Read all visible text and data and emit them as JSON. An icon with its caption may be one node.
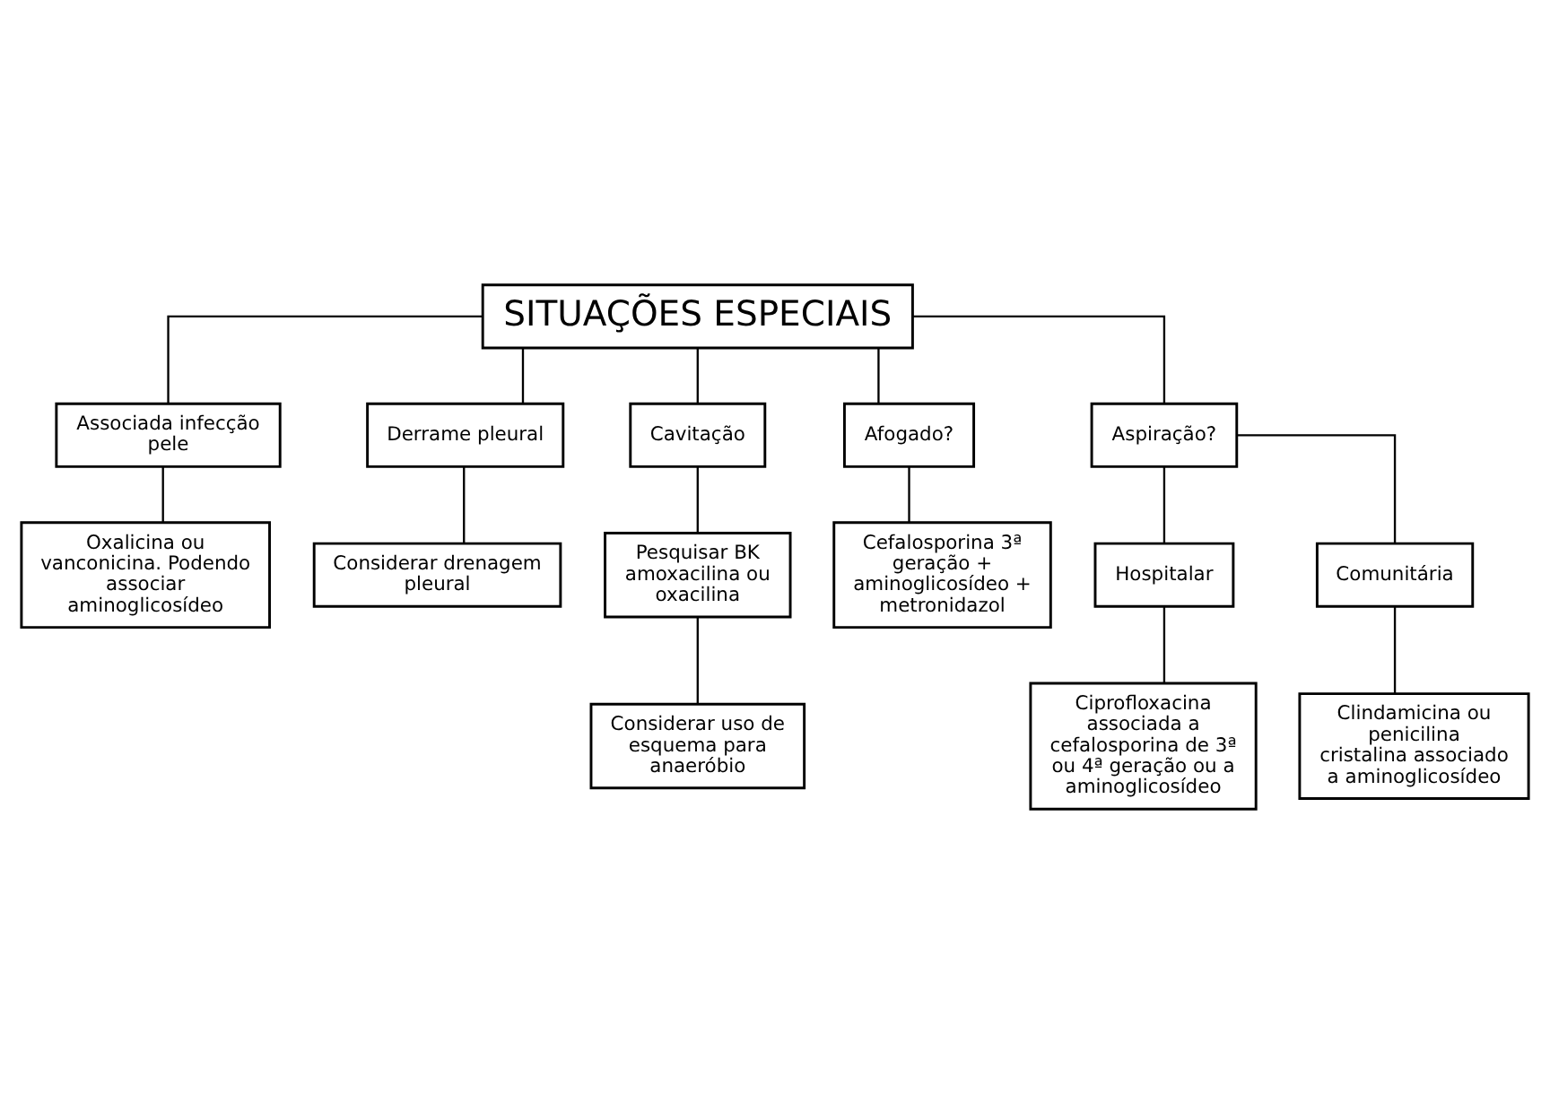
{
  "diagram": {
    "nodes": [
      {
        "text": [
          "SITUAÇÕES ESPECIAIS"
        ]
      },
      {
        "text": [
          "Associada infecção pele"
        ]
      },
      {
        "text": [
          "Oxalicina ou vanconicina. Podendo associar aminoglicosídeo"
        ]
      },
      {
        "text": [
          "Derrame pleural"
        ]
      },
      {
        "text": [
          "Considerar drenagem pleural"
        ]
      },
      {
        "text": [
          "Cavitação"
        ]
      },
      {
        "text": [
          "Pesquisar BK amoxacilina ou oxacilina"
        ]
      },
      {
        "text": [
          "Considerar uso de esquema para anaeróbio"
        ]
      },
      {
        "text": [
          "Afogado?"
        ]
      },
      {
        "text": [
          "Cefalosporina 3ª geração + aminoglicosídeo + metronidazol"
        ]
      },
      {
        "text": [
          "Aspiração?"
        ]
      },
      {
        "text": [
          "Hospitalar"
        ]
      },
      {
        "text": [
          "Comunitária"
        ]
      },
      {
        "text": [
          "Ciprofloxacina associada a cefalosporina de 3ª ou 4ª geração ou a aminoglicosídeo"
        ]
      },
      {
        "text": [
          "Clindamicina ou penicilina cristalina associado a aminoglicosídeo"
        ]
      }
    ],
    "edges": [
      {
        "from": 0,
        "to": 1,
        "arrow": "none"
      },
      {
        "from": 0,
        "to": 3,
        "arrow": "none"
      },
      {
        "from": 0,
        "to": 5,
        "arrow": "none"
      },
      {
        "from": 0,
        "to": 10,
        "arrow": "none"
      },
      {
        "from": 0,
        "to": 8,
        "arrow": "none"
      },
      {
        "from": 1,
        "to": 2,
        "arrow": "none"
      },
      {
        "from": 3,
        "to": 4,
        "arrow": "none"
      },
      {
        "from": 5,
        "to": 6,
        "arrow": "none"
      },
      {
        "from": 6,
        "to": 7,
        "arrow": "none"
      },
      {
        "from": 8,
        "to": 9,
        "arrow": "none"
      },
      {
        "from": 10,
        "to": 11,
        "arrow": "none"
      },
      {
        "from": 10,
        "to": 12,
        "arrow": "none"
      },
      {
        "from": 11,
        "to": 13,
        "arrow": "none"
      },
      {
        "from": 12,
        "to": 14,
        "arrow": "none"
      }
    ]
  }
}
